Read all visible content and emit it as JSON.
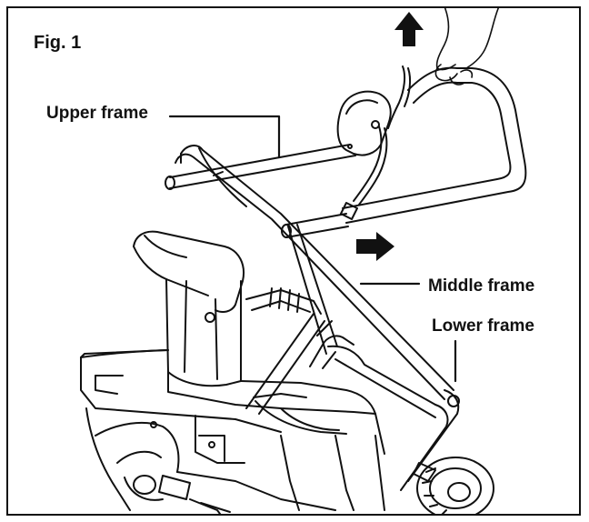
{
  "figure": {
    "title": "Fig. 1",
    "labels": {
      "upper_frame": "Upper frame",
      "middle_frame": "Middle frame",
      "lower_frame": "Lower frame"
    },
    "arrows": {
      "up": "up-arrow-icon",
      "right": "right-arrow-icon"
    },
    "colors": {
      "ink": "#111111",
      "background": "#ffffff"
    }
  }
}
